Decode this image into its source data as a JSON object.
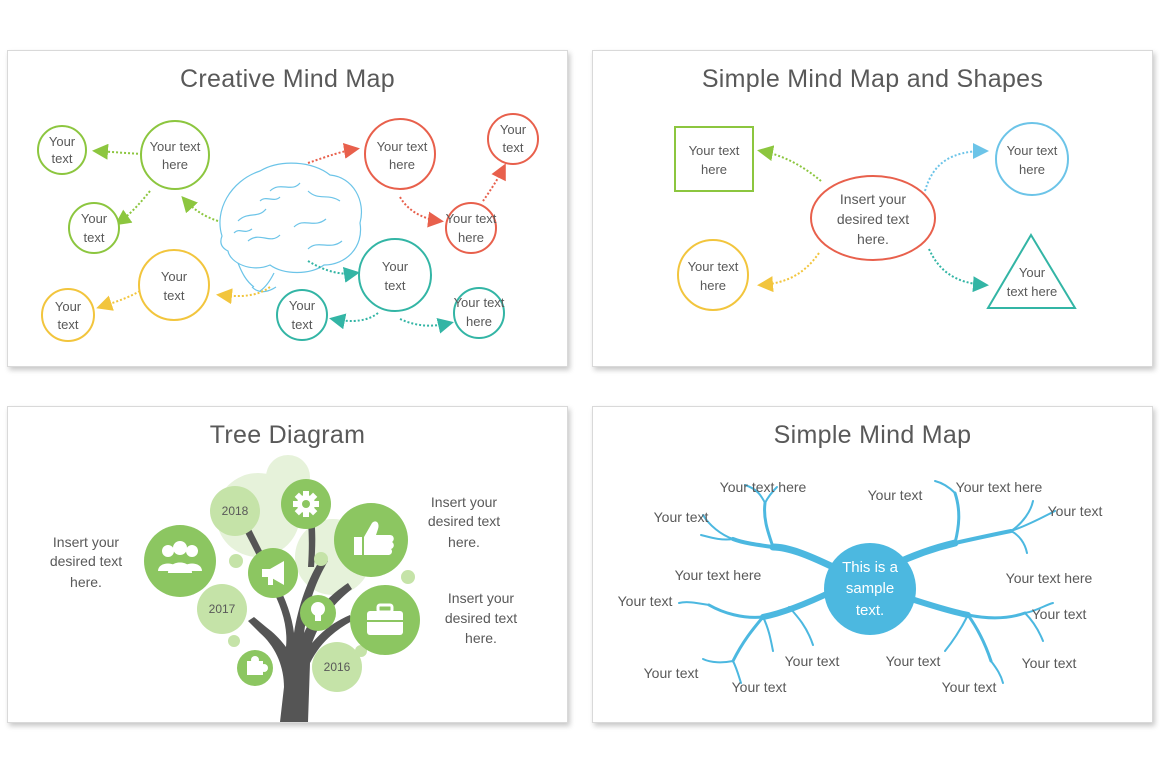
{
  "colors": {
    "green": "#8cc63f",
    "red": "#e8604c",
    "teal": "#33b5a5",
    "yellow": "#f2c53d",
    "blue": "#6cc4e8",
    "tree_green": "#8cc661",
    "tree_light": "#c5e3a8",
    "trunk": "#555555",
    "mind_blue": "#4cb8e0",
    "text_gray": "#666666"
  },
  "slides": {
    "creative": {
      "title": "Creative Mind Map",
      "n1": "Your text",
      "n1b": "here",
      "n2": "Your",
      "n2b": "text",
      "n3": "Your",
      "n3b": "text",
      "n4": "Your text",
      "n4b": "here",
      "n5": "Your",
      "n5b": "text",
      "n6": "Your text",
      "n6b": "here",
      "n7": "Your",
      "n7b": "text",
      "n8": "Your",
      "n8b": "text",
      "n9": "Your text",
      "n9b": "here",
      "n10": "Your",
      "n10b": "text",
      "n11": "Your",
      "n11b": "text",
      "brain_icon": "brain-icon"
    },
    "shapes": {
      "title": "Simple Mind Map and Shapes",
      "center1": "Insert your",
      "center2": "desired text",
      "center3": "here.",
      "sq1": "Your text",
      "sq2": "here",
      "c1a": "Your text",
      "c1b": "here",
      "c2a": "Your text",
      "c2b": "here",
      "tri1": "Your",
      "tri2": "text  here"
    },
    "tree": {
      "title": "Tree Diagram",
      "left1": "Insert your",
      "left2": "desired text",
      "left3": "here.",
      "right_a1": "Insert your",
      "right_a2": "desired text",
      "right_a3": "here.",
      "right_b1": "Insert your",
      "right_b2": "desired text",
      "right_b3": "here.",
      "year1": "2018",
      "year2": "2017",
      "year3": "2016",
      "icons": [
        "group-icon",
        "gear-icon",
        "thumbs-up-icon",
        "megaphone-icon",
        "lightbulb-icon",
        "briefcase-icon",
        "puzzle-icon"
      ]
    },
    "simple": {
      "title": "Simple Mind Map",
      "center1": "This is a",
      "center2": "sample",
      "center3": "text.",
      "l1": "Your text here",
      "l2": "Your text",
      "l3": "Your text here",
      "l4": "Your text",
      "l5": "Your text",
      "l6": "Your text",
      "l7": "Your text",
      "r1": "Your text",
      "r2": "Your text here",
      "r3": "Your text",
      "r4": "Your text here",
      "r5": "Your text",
      "r6": "Your text",
      "r7": "Your text",
      "r8": "Your text"
    }
  }
}
